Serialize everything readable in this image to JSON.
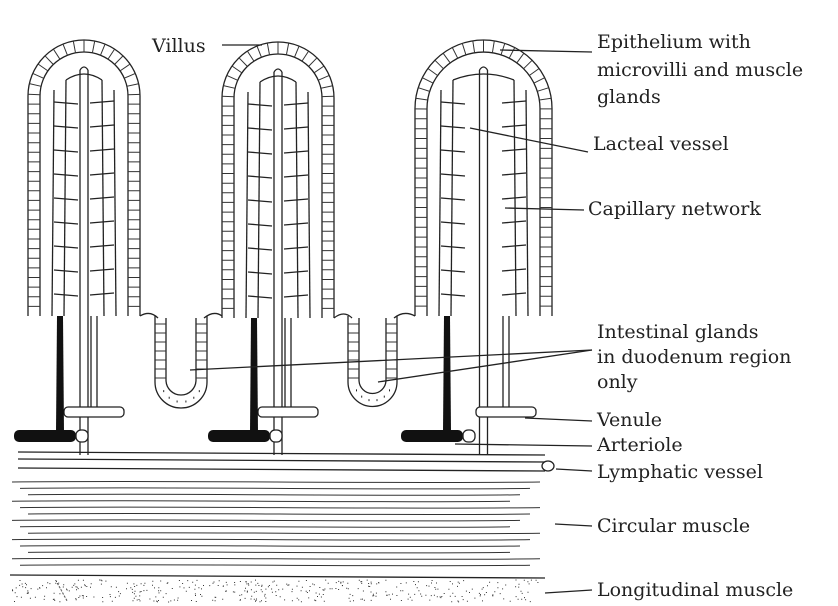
{
  "labels": {
    "villus": "Villus",
    "epithelium": [
      "Epithelium with",
      "microvilli and muscle",
      "glands"
    ],
    "lacteal": "Lacteal vessel",
    "capillary": "Capillary network",
    "glands": [
      "Intestinal glands",
      "in duodenum region",
      "only"
    ],
    "venule": "Venule",
    "arteriole": "Arteriole",
    "lymphatic": "Lymphatic vessel",
    "circular": "Circular muscle",
    "longitudinal": "Longitudinal muscle"
  }
}
